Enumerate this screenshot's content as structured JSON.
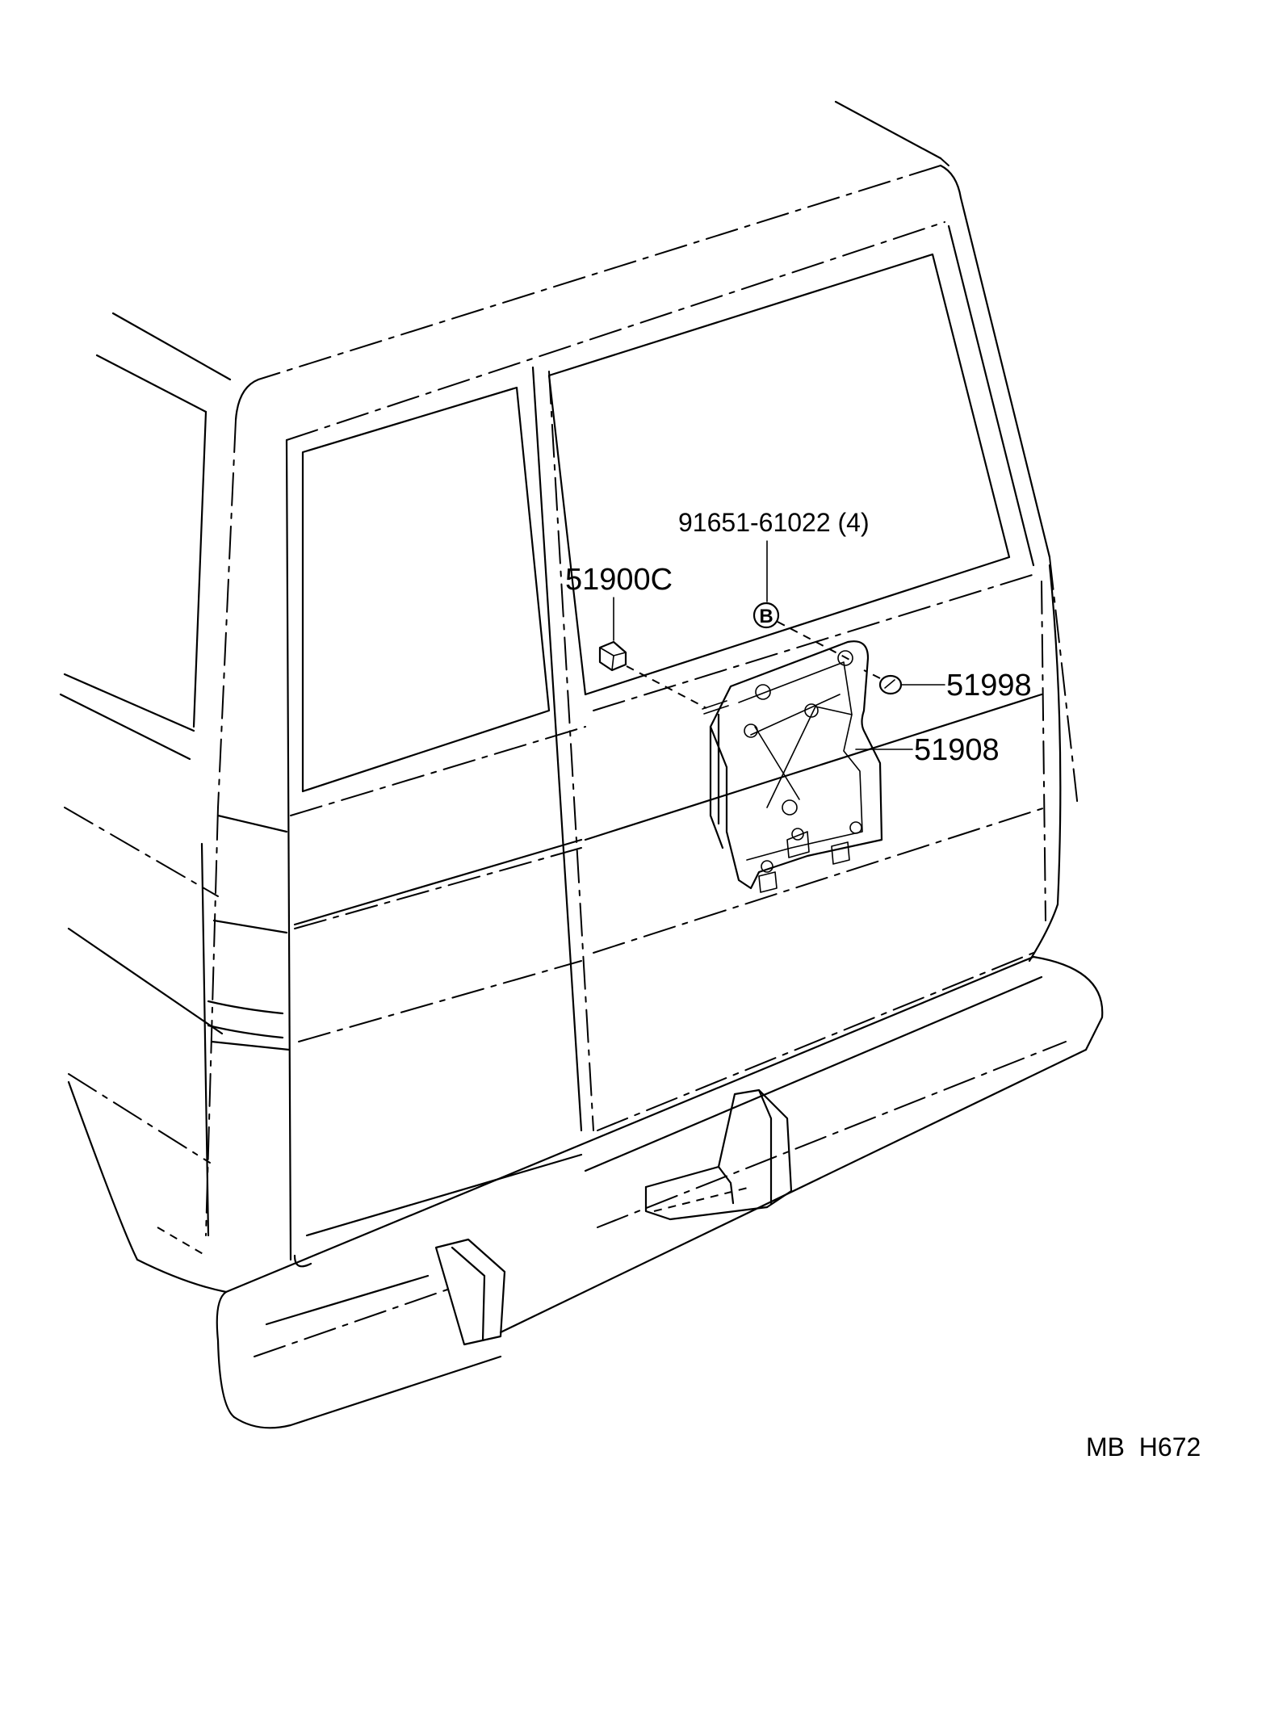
{
  "callouts": {
    "bolt_part": "91651-61022 (4)",
    "cap_part": "51900C",
    "cover_part": "51998",
    "bracket_part": "51908",
    "bolt_marker": "B"
  },
  "diagram_code": "MB  H672"
}
